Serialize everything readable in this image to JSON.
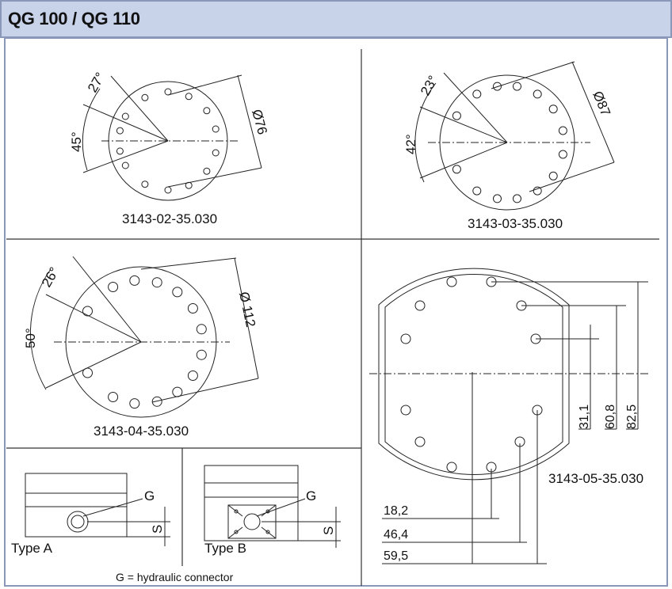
{
  "header": {
    "title": "QG 100 / QG 110"
  },
  "panels": {
    "p1": {
      "part_no": "3143-02-35.030",
      "angle_a": "27°",
      "angle_b": "45°",
      "diameter": "Ø76"
    },
    "p2": {
      "part_no": "3143-03-35.030",
      "angle_a": "23°",
      "angle_b": "42°",
      "diameter": "Ø87"
    },
    "p3": {
      "part_no": "3143-04-35.030",
      "angle_a": "26°",
      "angle_b": "50°",
      "diameter": "Ø 112"
    },
    "p4": {
      "part_no": "3143-05-35.030",
      "dim_a": "31,1",
      "dim_b": "60,8",
      "dim_c": "82,5",
      "dim_d": "18,2",
      "dim_e": "46,4",
      "dim_f": "59,5"
    },
    "typeA": {
      "label": "Type A",
      "connector": "G",
      "s": "S"
    },
    "typeB": {
      "label": "Type B",
      "connector": "G",
      "s": "S"
    }
  },
  "footer": {
    "legend": "G = hydraulic connector"
  }
}
